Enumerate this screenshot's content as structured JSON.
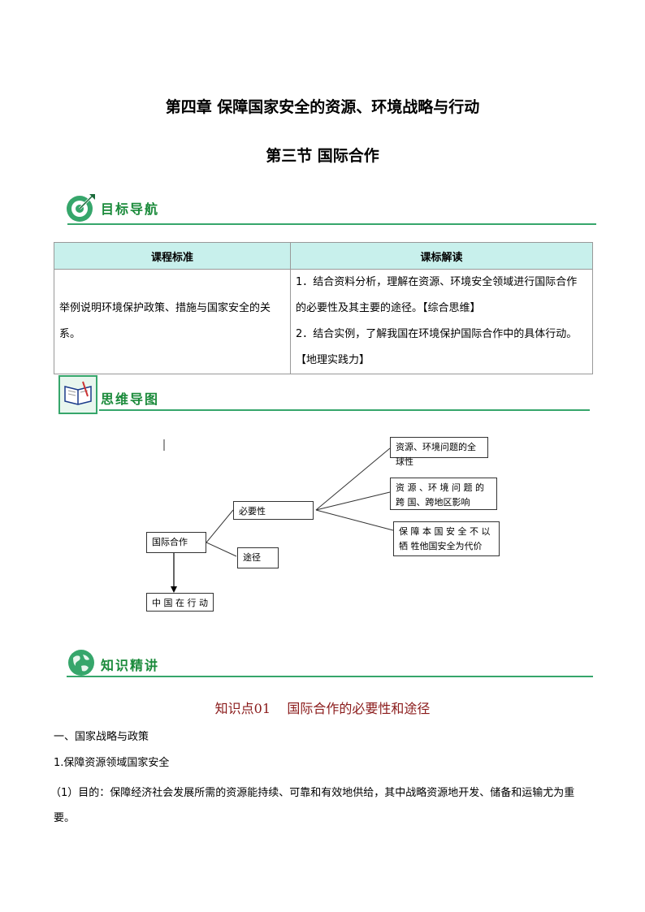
{
  "header": {
    "chapter_title": "第四章 保障国家安全的资源、环境战略与行动",
    "section_title": "第三节 国际合作"
  },
  "sections": {
    "goals": "目标导航",
    "mindmap": "思维导图",
    "knowledge": "知识精讲"
  },
  "table": {
    "col1_header": "课程标准",
    "col2_header": "课标解读",
    "standard": "举例说明环境保护政策、措施与国家安全的关系。",
    "reading_1": "1．结合资料分析，理解在资源、环境安全领域进行国际合作的必要性及其主要的途径。【综合思维】",
    "reading_2": "2．结合实例，了解我国在环境保护国际合作中的具体行动。【地理实践力】"
  },
  "mindmap": {
    "root": "国际合作",
    "necessity": "必要性",
    "approach": "途径",
    "china": "中 国 在 行 动",
    "reason_1": "资源、环境问题的全球性",
    "reason_2": "资 源 、环 境 问 题 的 跨 国、跨地区影响",
    "reason_3": "保 障 本 国 安 全 不 以 牺 牲他国安全为代价"
  },
  "content": {
    "kp_title": "知识点01    国际合作的必要性和途径",
    "heading_1": "一、国家战略与政策",
    "heading_1_1": "1.保障资源领域国家安全",
    "para_1": "（1）目的：保障经济社会发展所需的资源能持续、可靠和有效地供给，其中战略资源地开发、储备和运输尤为重要。"
  },
  "colors": {
    "accent_green": "#36a66b",
    "label_green": "#1a8a3a",
    "table_header_bg": "#c8f0ec",
    "kp_title": "#8a1a1a"
  }
}
